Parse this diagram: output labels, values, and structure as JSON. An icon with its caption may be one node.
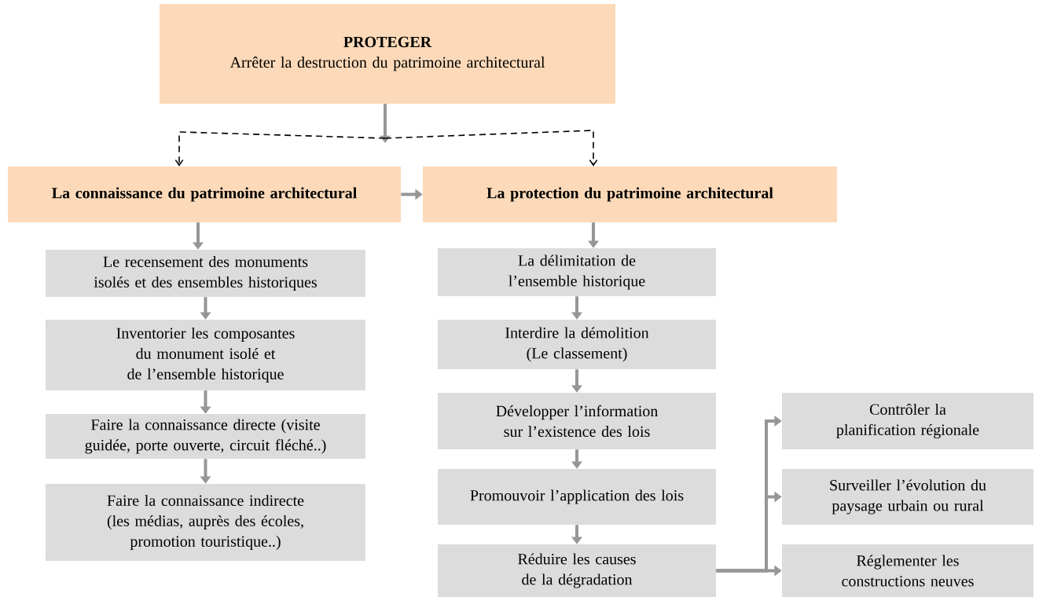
{
  "diagram": {
    "nodes": [
      {
        "text": [
          "PROTEGER",
          "Arrêter la destruction du patrimoine architectural"
        ]
      },
      {
        "text": [
          "La connaissance du patrimoine architectural"
        ]
      },
      {
        "text": [
          "La protection du patrimoine architectural"
        ]
      },
      {
        "text": [
          "Le recensement des monuments isolés et des ensembles historiques"
        ]
      },
      {
        "text": [
          "Inventorier les composantes du monument isolé et de l’ensemble historique"
        ]
      },
      {
        "text": [
          "Faire la connaissance directe (visite guidée, porte ouverte, circuit fléché..)"
        ]
      },
      {
        "text": [
          "Faire la connaissance indirecte (les médias, auprès des écoles, promotion touristique..)"
        ]
      },
      {
        "text": [
          "La délimitation de l’ensemble historique"
        ]
      },
      {
        "text": [
          "Interdire la démolition (Le classement)"
        ]
      },
      {
        "text": [
          "Développer l’information sur l’existence des lois"
        ]
      },
      {
        "text": [
          "Promouvoir l’application des lois"
        ]
      },
      {
        "text": [
          "Réduire les causes de la dégradation"
        ]
      },
      {
        "text": [
          "Contrôler la planification régionale"
        ]
      },
      {
        "text": [
          "Surveiller l’évolution du paysage urbain ou rural"
        ]
      },
      {
        "text": [
          "Réglementer les constructions neuves"
        ]
      }
    ],
    "edges": [
      {
        "from": 0,
        "to": null,
        "arrow": "to"
      },
      {
        "from": null,
        "to": 1,
        "arrow": "to",
        "style": "dashed",
        "color": "#000000"
      },
      {
        "from": null,
        "to": 2,
        "arrow": "to",
        "style": "dashed",
        "color": "#000000"
      },
      {
        "from": 1,
        "to": 2,
        "arrow": "to"
      },
      {
        "from": 1,
        "to": 3,
        "arrow": "to"
      },
      {
        "from": 3,
        "to": 4,
        "arrow": "to"
      },
      {
        "from": 4,
        "to": 5,
        "arrow": "to"
      },
      {
        "from": 5,
        "to": 6,
        "arrow": "to"
      },
      {
        "from": 2,
        "to": 7,
        "arrow": "to"
      },
      {
        "from": 7,
        "to": 8,
        "arrow": "to"
      },
      {
        "from": 8,
        "to": 9,
        "arrow": "to"
      },
      {
        "from": 9,
        "to": 10,
        "arrow": "to"
      },
      {
        "from": 10,
        "to": 11,
        "arrow": "to"
      },
      {
        "from": 11,
        "to": 12,
        "arrow": "to"
      },
      {
        "from": 11,
        "to": 13,
        "arrow": "to"
      },
      {
        "from": 11,
        "to": 14,
        "arrow": "to"
      }
    ]
  }
}
